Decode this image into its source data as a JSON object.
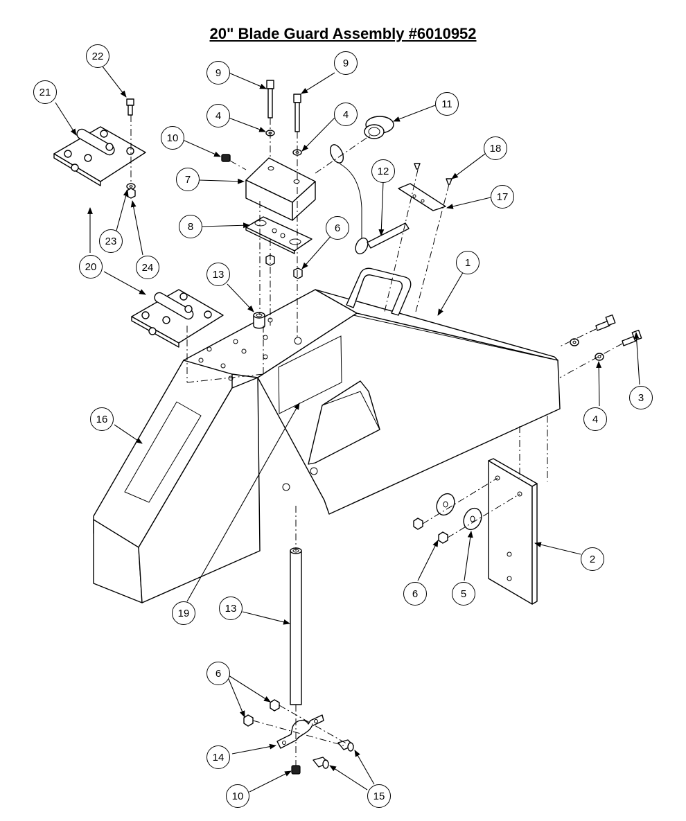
{
  "title": "20\" Blade Guard Assembly #6010952",
  "balloons": [
    {
      "id": "b22",
      "label": "22"
    },
    {
      "id": "b21",
      "label": "21"
    },
    {
      "id": "b9a",
      "label": "9"
    },
    {
      "id": "b9b",
      "label": "9"
    },
    {
      "id": "b4a",
      "label": "4"
    },
    {
      "id": "b4b",
      "label": "4"
    },
    {
      "id": "b11",
      "label": "11"
    },
    {
      "id": "b10a",
      "label": "10"
    },
    {
      "id": "b18",
      "label": "18"
    },
    {
      "id": "b7",
      "label": "7"
    },
    {
      "id": "b12",
      "label": "12"
    },
    {
      "id": "b17",
      "label": "17"
    },
    {
      "id": "b8",
      "label": "8"
    },
    {
      "id": "b6a",
      "label": "6"
    },
    {
      "id": "b23",
      "label": "23"
    },
    {
      "id": "b24",
      "label": "24"
    },
    {
      "id": "b20",
      "label": "20"
    },
    {
      "id": "b1",
      "label": "1"
    },
    {
      "id": "b13a",
      "label": "13"
    },
    {
      "id": "b3",
      "label": "3"
    },
    {
      "id": "b4c",
      "label": "4"
    },
    {
      "id": "b16",
      "label": "16"
    },
    {
      "id": "b2",
      "label": "2"
    },
    {
      "id": "b6b",
      "label": "6"
    },
    {
      "id": "b5",
      "label": "5"
    },
    {
      "id": "b19",
      "label": "19"
    },
    {
      "id": "b13b",
      "label": "13"
    },
    {
      "id": "b6c",
      "label": "6"
    },
    {
      "id": "b14",
      "label": "14"
    },
    {
      "id": "b10b",
      "label": "10"
    },
    {
      "id": "b15",
      "label": "15"
    }
  ]
}
